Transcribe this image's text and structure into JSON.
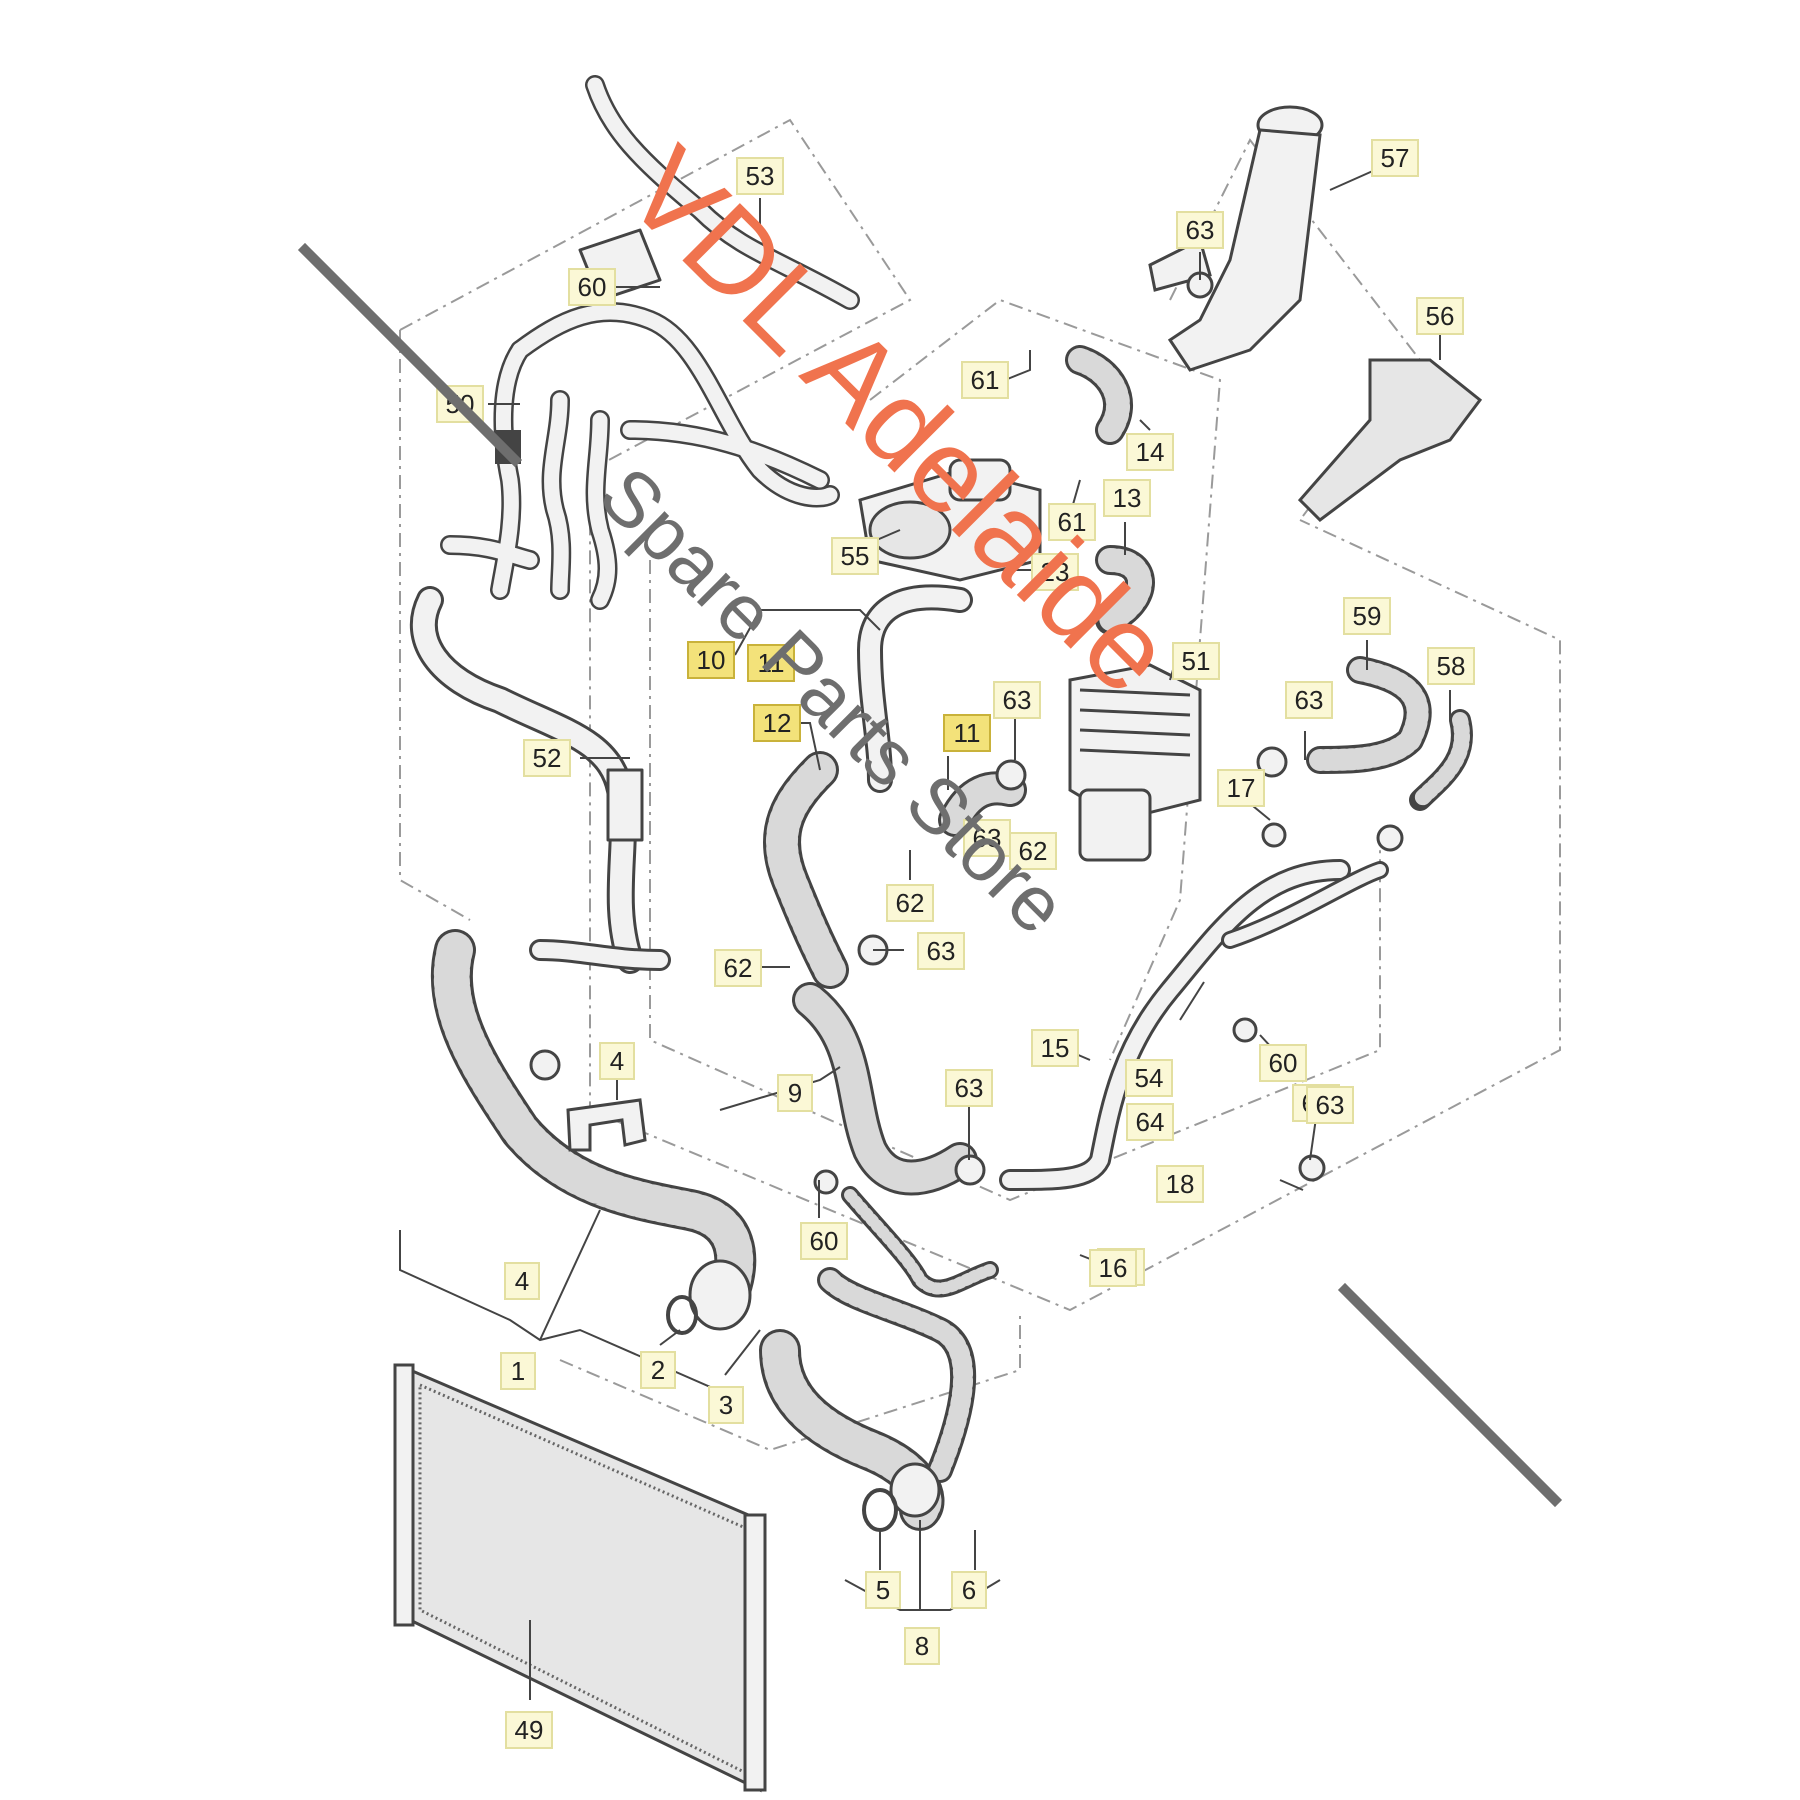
{
  "colors": {
    "line": "#444444",
    "dash": "#9a9a9a",
    "part_fill": "#f2f2f2",
    "hose_fill": "#d9d9d9",
    "label_bg": "#fbf8d6",
    "label_border": "#e3dfa0",
    "highlight_bg": "#f3e27a",
    "highlight_border": "#c9b23a",
    "watermark_orange": "#f0734e",
    "watermark_gray": "#6e6e6e",
    "stripe": "#666666"
  },
  "callouts": [
    "53",
    "60",
    "50",
    "61",
    "14",
    "57",
    "63",
    "56",
    "55",
    "61",
    "13",
    "23",
    "10",
    "11",
    "12",
    "52",
    "11",
    "63",
    "51",
    "59",
    "58",
    "63",
    "17",
    "62",
    "62",
    "63",
    "62",
    "63",
    "16",
    "15",
    "54",
    "64",
    "60",
    "63",
    "63",
    "18",
    "9",
    "63",
    "60",
    "16",
    "4",
    "4",
    "1",
    "2",
    "3",
    "5",
    "6",
    "8",
    "49"
  ],
  "highlighted_callouts": [
    "10",
    "11",
    "12",
    "11"
  ],
  "watermark": {
    "brand": "VDL Adelaide",
    "tagline": "Spare Parts Store"
  }
}
